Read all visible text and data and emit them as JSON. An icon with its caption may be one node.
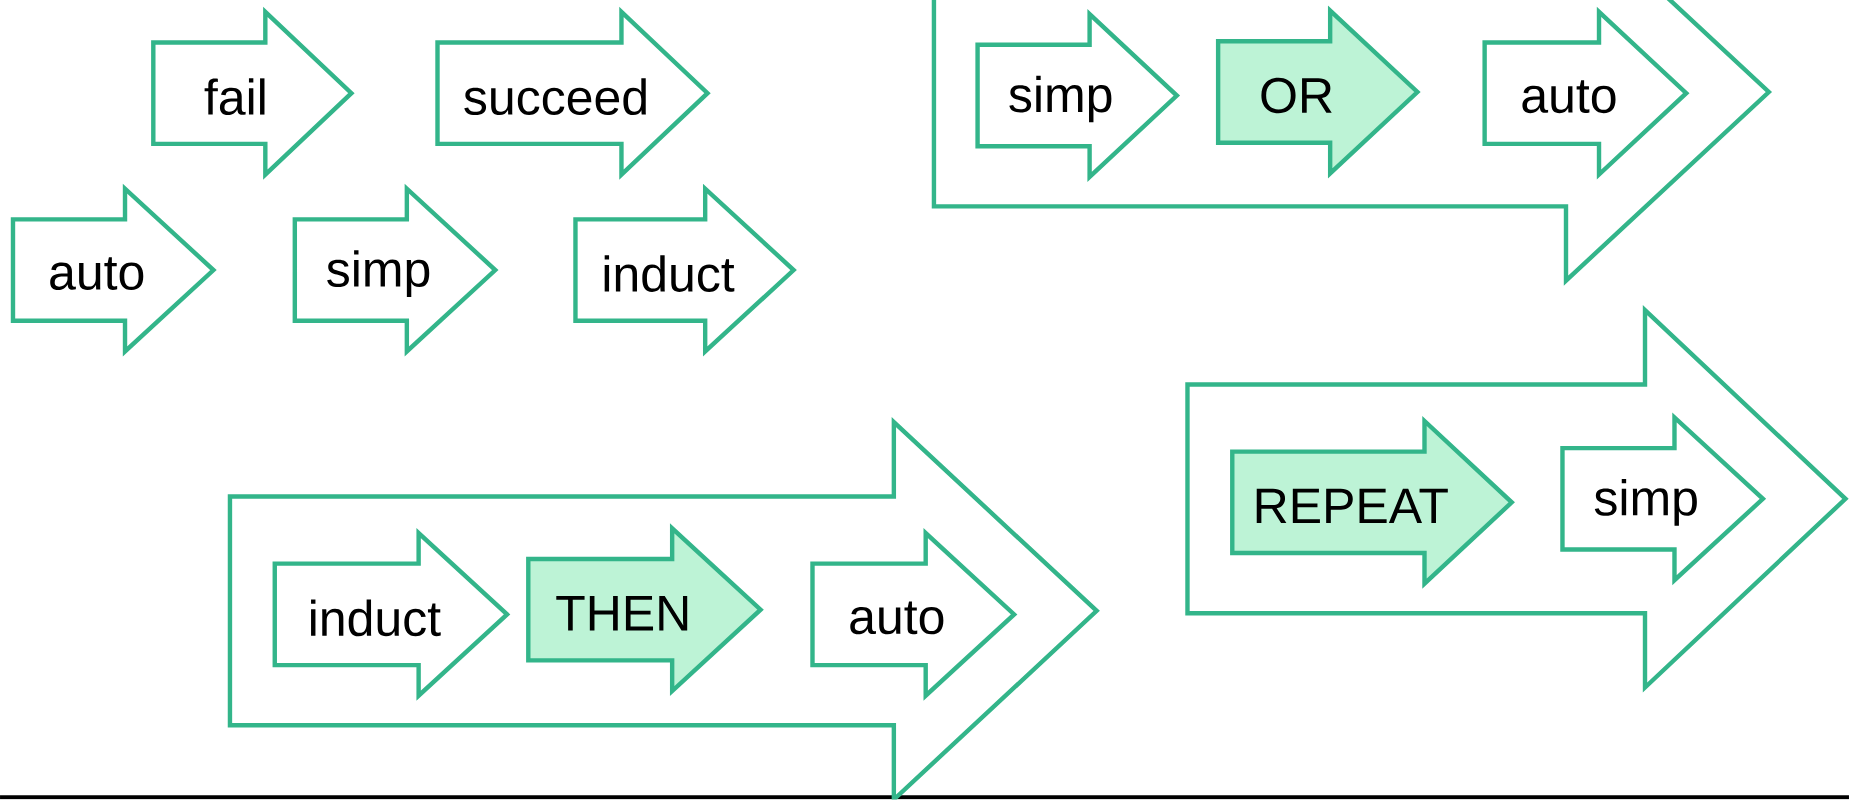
{
  "diagram": {
    "nodes": [
      {
        "text": [
          "fail"
        ]
      },
      {
        "text": [
          "succeed"
        ]
      },
      {
        "text": [
          "auto"
        ]
      },
      {
        "text": [
          "simp"
        ]
      },
      {
        "text": [
          "induct"
        ]
      },
      {
        "text": [],
        "shape": "arrow"
      },
      {
        "text": [
          "simp"
        ],
        "in": 5
      },
      {
        "text": [
          "OR"
        ],
        "in": 5
      },
      {
        "text": [
          "auto"
        ],
        "in": 5
      },
      {
        "text": [],
        "shape": "arrow"
      },
      {
        "text": [
          "REPEAT"
        ],
        "in": 9
      },
      {
        "text": [
          "simp"
        ],
        "in": 9
      },
      {
        "text": [],
        "shape": "arrow"
      },
      {
        "text": [
          "induct"
        ],
        "in": 12
      },
      {
        "text": [
          "THEN"
        ],
        "in": 12
      },
      {
        "text": [
          "auto"
        ],
        "in": 12
      }
    ]
  }
}
